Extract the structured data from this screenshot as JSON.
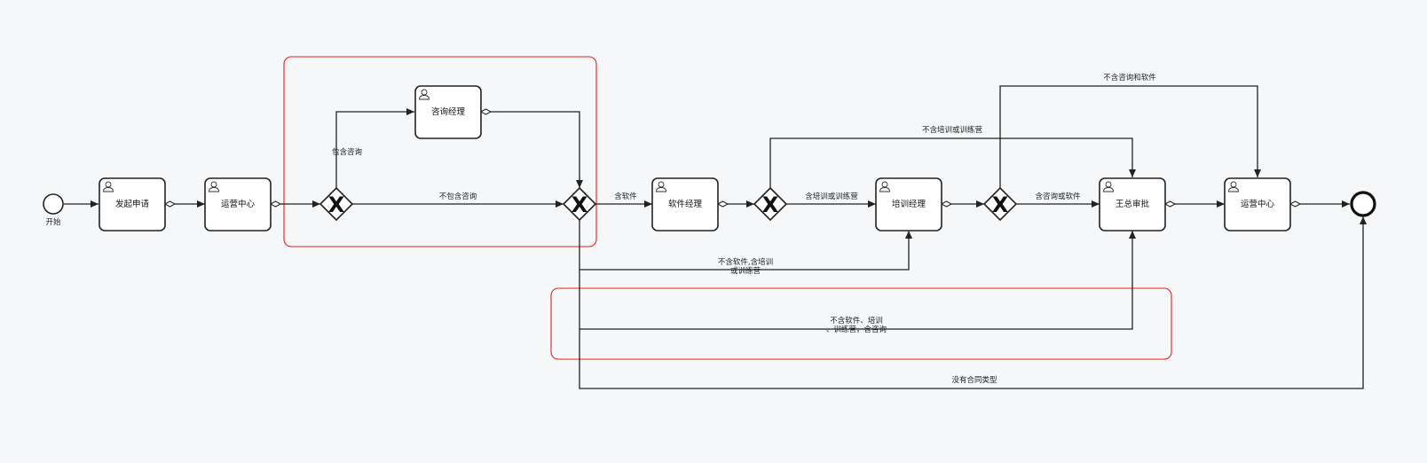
{
  "diagram": {
    "start_label": "开始",
    "tasks": {
      "t1": "发起申请",
      "t2": "运营中心",
      "t3": "咨询经理",
      "t4": "软件经理",
      "t5": "培训经理",
      "t6": "王总审批",
      "t7": "运营中心"
    },
    "flows": {
      "include_consult": "包含咨询",
      "exclude_consult": "不包含咨询",
      "has_software": "含软件",
      "has_training": "含培训或训练营",
      "no_training": "不含培训或训练营",
      "has_consult_or_software": "含咨询或软件",
      "no_consult_and_software": "不含咨询和软件",
      "no_software_has_training_1": "不含软件,含培训",
      "no_software_has_training_2": "或训练营",
      "no_software_training_1": "不含软件、培训",
      "no_software_training_2": "、训练营，含咨询",
      "no_contract_type": "没有合同类型"
    },
    "gateway_symbol": "X",
    "selection_color": "#e02020"
  }
}
